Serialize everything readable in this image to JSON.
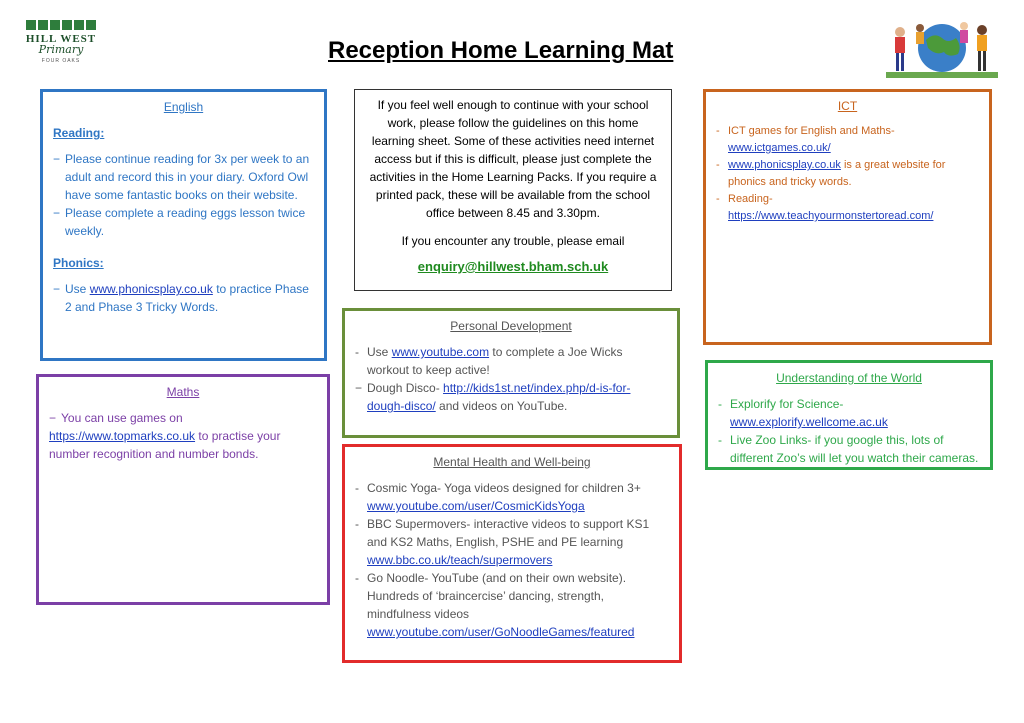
{
  "header": {
    "logo_line1": "HILL WEST",
    "logo_line2": "Primary",
    "logo_line3": "FOUR OAKS",
    "title": "Reception Home Learning Mat"
  },
  "english": {
    "heading": "English",
    "reading_heading": "Reading:",
    "reading_items": [
      "Please continue reading for 3x per week to an adult and record this in your diary. Oxford Owl have some fantastic books on their website.",
      "Please complete a reading eggs lesson twice weekly."
    ],
    "phonics_heading": "Phonics:",
    "phonics_pre": "Use ",
    "phonics_link": "www.phonicsplay.co.uk",
    "phonics_post": " to practice Phase 2 and Phase 3 Tricky Words."
  },
  "maths": {
    "heading": "Maths",
    "pre": "You can use games on",
    "link": "https://www.topmarks.co.uk",
    "post": " to practise your number recognition and number bonds."
  },
  "info": {
    "para1": "If you feel well enough to continue with your school work, please follow the guidelines on this home learning sheet. Some of these activities need internet access but if this is difficult, please just complete the activities in the Home Learning Packs. If you require a printed pack, these will be available from the school office between 8.45 and 3.30pm.",
    "para2": "If you encounter any trouble, please email",
    "email": "enquiry@hillwest.bham.sch.uk"
  },
  "personal": {
    "heading": "Personal Development",
    "item1_pre": "Use ",
    "item1_link": "www.youtube.com",
    "item1_post": " to complete a Joe Wicks workout to keep active!",
    "item2_pre": "Dough Disco- ",
    "item2_link": "http://kids1st.net/index.php/d-is-for-dough-disco/",
    "item2_post": " and videos on YouTube."
  },
  "mental": {
    "heading": "Mental Health and Well-being",
    "item1_text": "Cosmic Yoga- Yoga videos designed for children 3+",
    "item1_link": "www.youtube.com/user/CosmicKidsYoga",
    "item2_text": "BBC Supermovers- interactive videos to support KS1 and KS2 Maths, English, PSHE and PE learning",
    "item2_link": "www.bbc.co.uk/teach/supermovers",
    "item3_text": "Go Noodle- YouTube (and on their own website). Hundreds of ‘braincercise’ dancing, strength, mindfulness videos",
    "item3_link": "www.youtube.com/user/GoNoodleGames/featured"
  },
  "ict": {
    "heading": "ICT",
    "item1_text": "ICT games for English and Maths-",
    "item1_link": "www.ictgames.co.uk/",
    "item2_link": "www.phonicsplay.co.uk",
    "item2_post": " is a great website for phonics and tricky words.",
    "item3_text": "Reading-",
    "item3_link": "https://www.teachyourmonstertoread.com/"
  },
  "world": {
    "heading": "Understanding of the World",
    "item1_text": "Explorify for Science-",
    "item1_link": "www.explorify.wellcome.ac.uk",
    "item2_text": "Live Zoo Links- if you google this, lots of different Zoo’s will let you watch their cameras."
  },
  "colors": {
    "english": "#2f76c4",
    "maths": "#7b3fa6",
    "ict": "#c8641e",
    "world": "#2ea84a",
    "personal": "#6a8f3a",
    "mental": "#e22b2b",
    "link": "#1f3fbf",
    "email": "#1f8a1f"
  }
}
